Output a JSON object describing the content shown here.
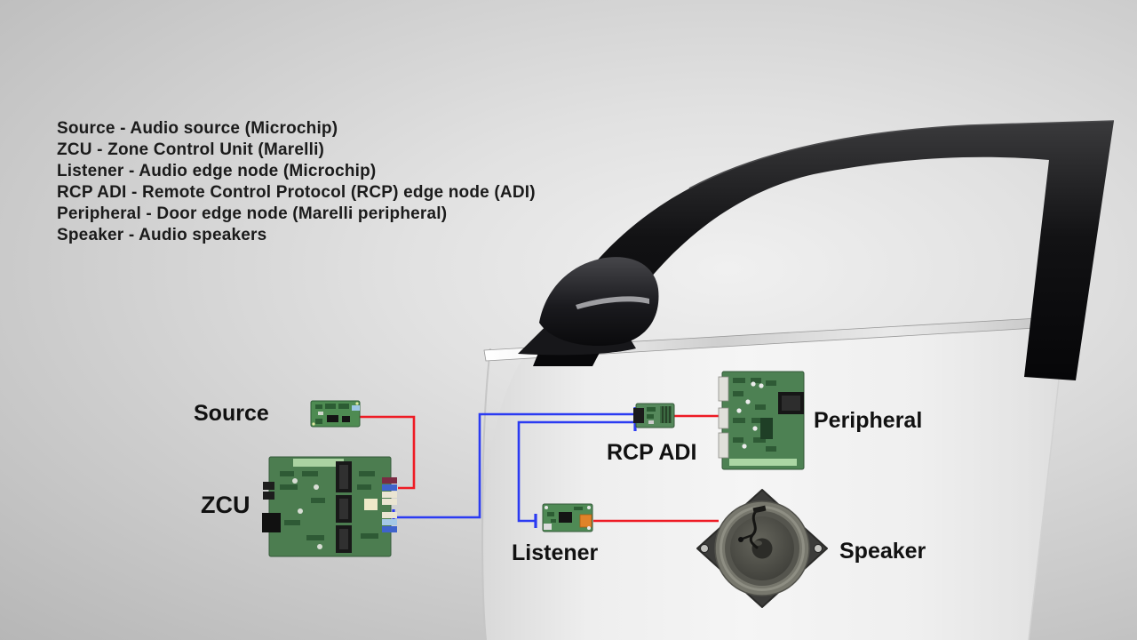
{
  "legend": {
    "lines": [
      "Source - Audio source (Microchip)",
      "ZCU - Zone Control Unit (Marelli)",
      "Listener - Audio edge node (Microchip)",
      "RCP ADI - Remote Control Protocol (RCP) edge node (ADI)",
      "Peripheral - Door edge node (Marelli peripheral)",
      "Speaker - Audio speakers"
    ]
  },
  "nodes": {
    "source": {
      "label": "Source"
    },
    "zcu": {
      "label": "ZCU"
    },
    "rcp_adi": {
      "label": "RCP ADI"
    },
    "peripheral": {
      "label": "Peripheral"
    },
    "listener": {
      "label": "Listener"
    },
    "speaker": {
      "label": "Speaker"
    }
  },
  "connections": [
    {
      "from": "source",
      "to": "zcu",
      "wire": "red"
    },
    {
      "from": "zcu",
      "to": "rcp_adi",
      "wire": "blue"
    },
    {
      "from": "rcp_adi",
      "to": "listener",
      "wire": "blue"
    },
    {
      "from": "rcp_adi",
      "to": "peripheral",
      "wire": "red"
    },
    {
      "from": "listener",
      "to": "speaker",
      "wire": "red"
    }
  ],
  "colors": {
    "red_wire": "#ee1b24",
    "blue_wire": "#2b3bf2",
    "text": "#1a1a1a",
    "pcb_green": "#4c7d50",
    "door_white": "#f2f2f2",
    "frame_black": "#111113"
  }
}
